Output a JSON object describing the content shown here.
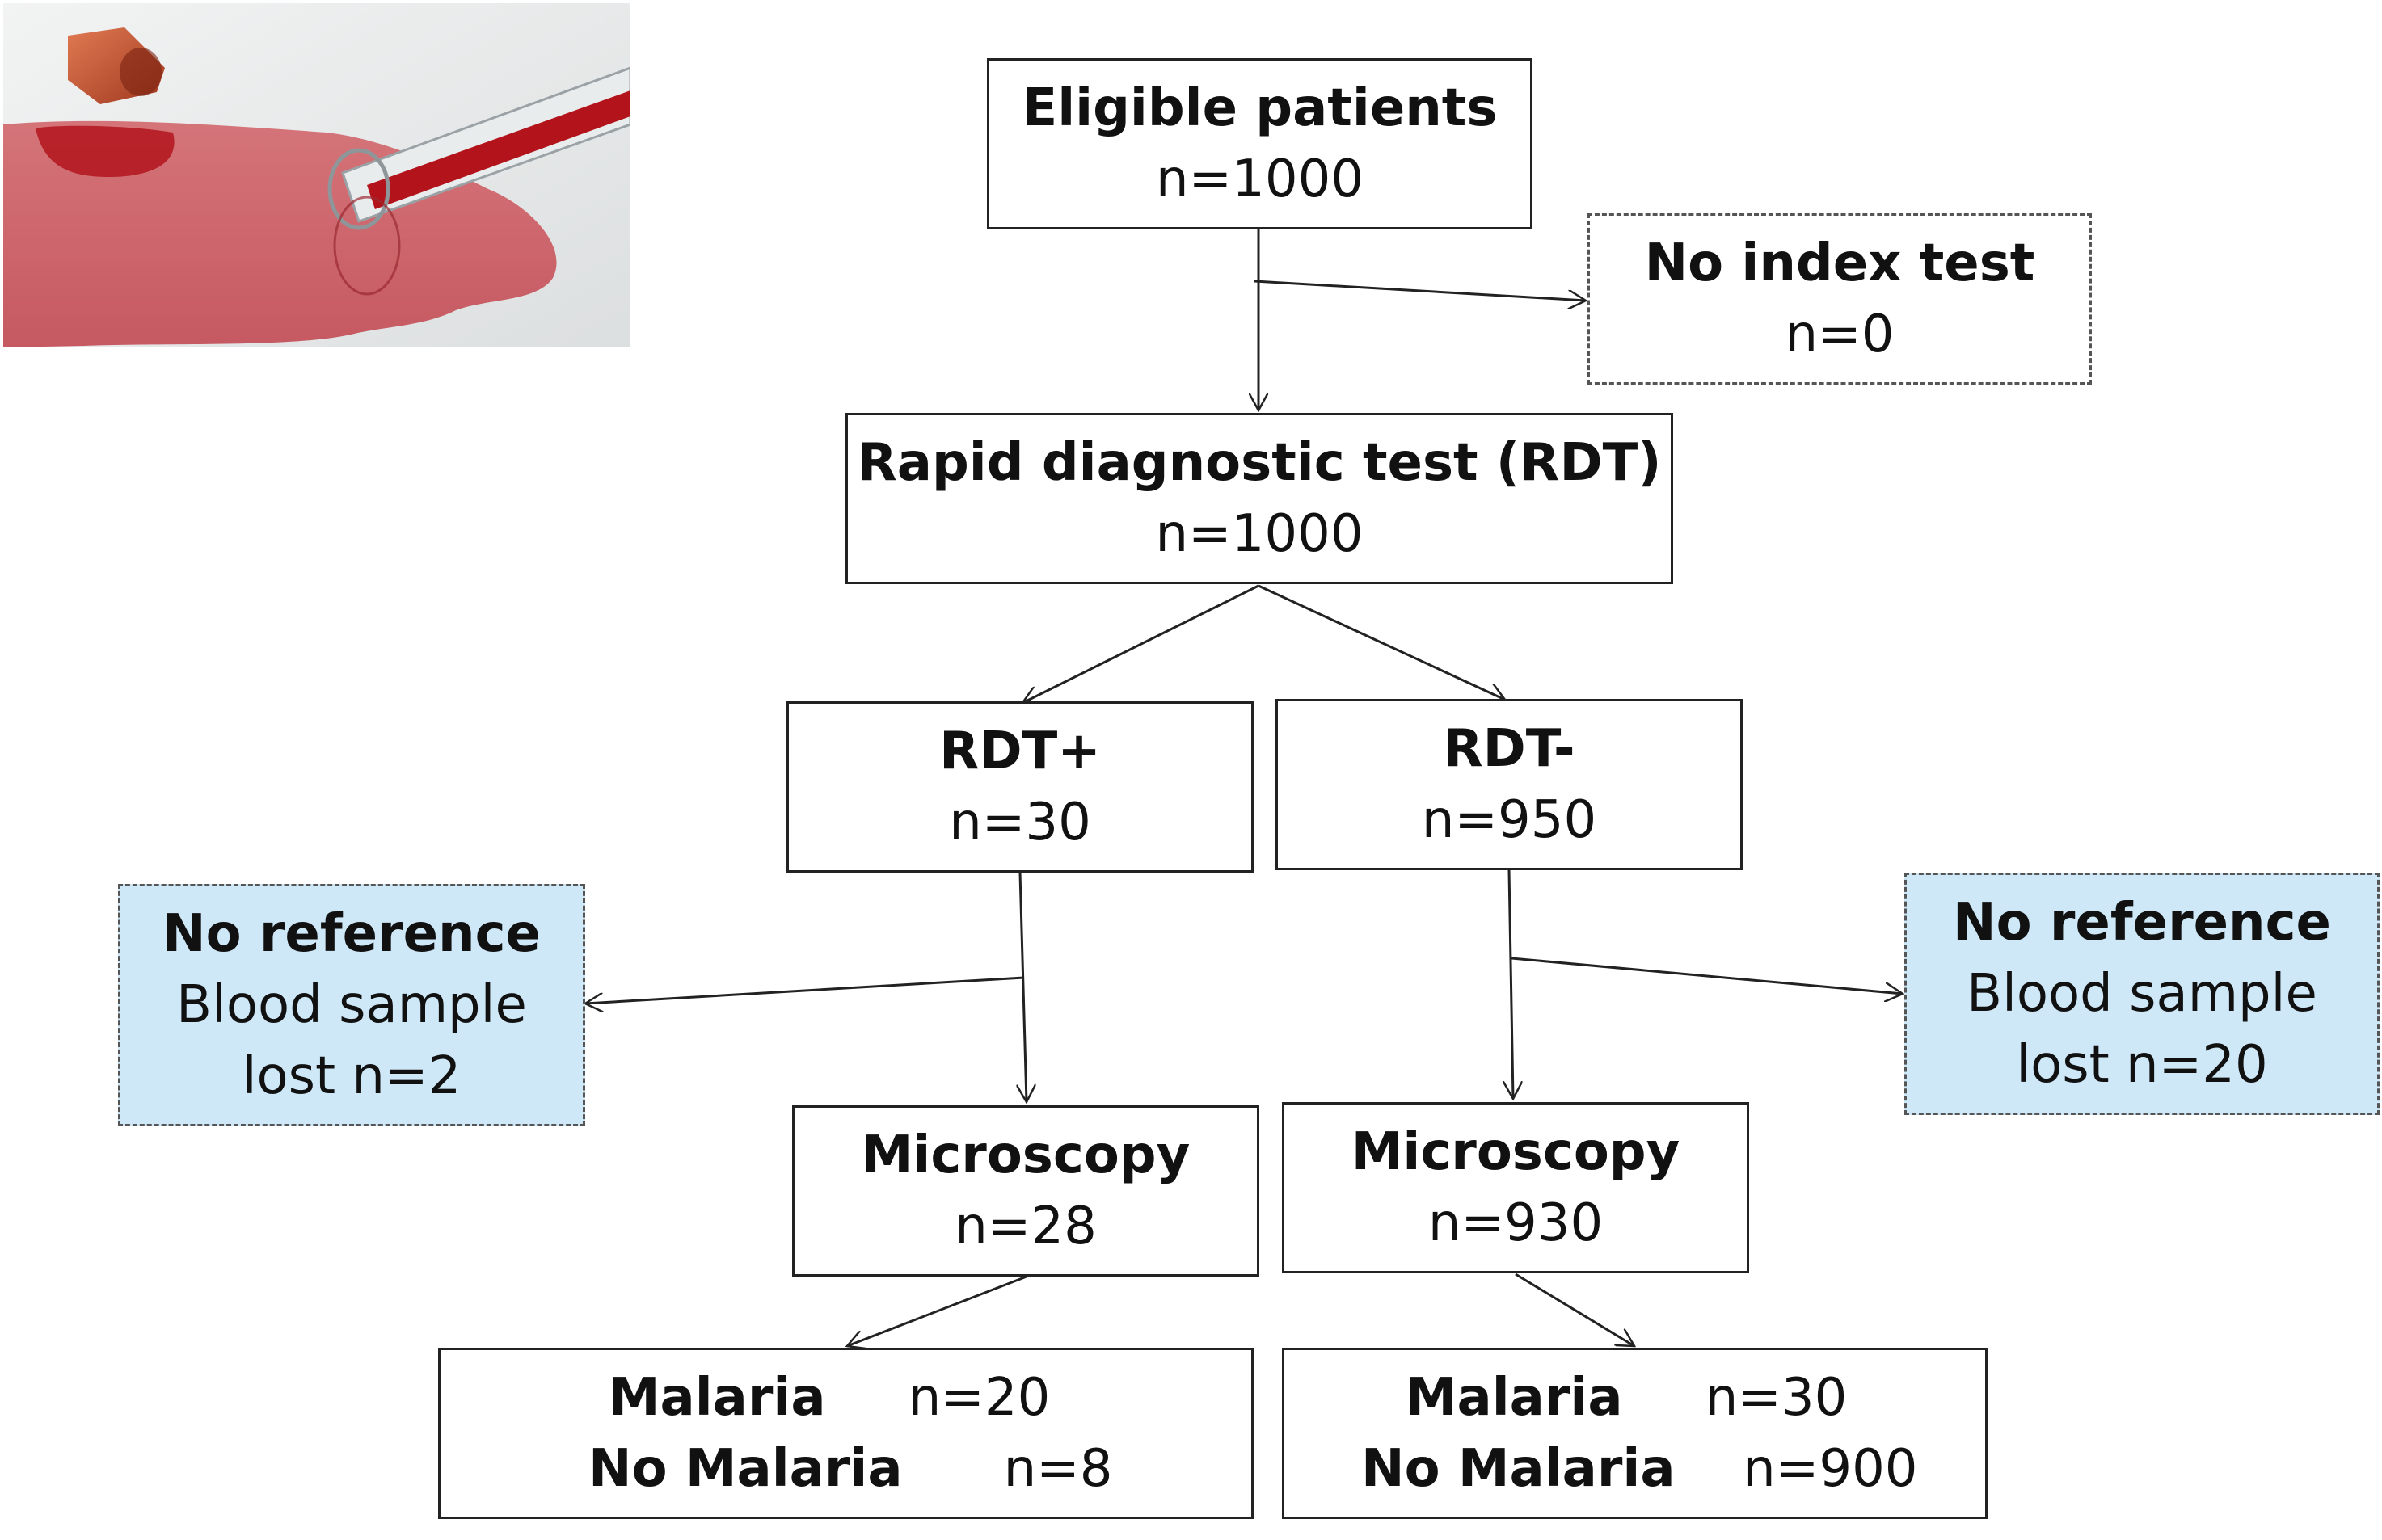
{
  "nodes": {
    "eligible": {
      "title": "Eligible patients",
      "count": "n=1000"
    },
    "no_index": {
      "title": "No index test",
      "count": "n=0"
    },
    "rdt": {
      "title": "Rapid diagnostic test (RDT)",
      "count": "n=1000"
    },
    "rdt_pos": {
      "title": "RDT+",
      "count": "n=30"
    },
    "rdt_neg": {
      "title": "RDT-",
      "count": "n=950"
    },
    "noref_left": {
      "title": "No reference",
      "line2": "Blood sample",
      "line3": "lost n=2"
    },
    "noref_right": {
      "title": "No reference",
      "line2": "Blood sample",
      "line3": "lost n=20"
    },
    "micro_left": {
      "title": "Microscopy",
      "count": "n=28"
    },
    "micro_right": {
      "title": "Microscopy",
      "count": "n=930"
    },
    "result_left": {
      "malaria_label": "Malaria",
      "malaria_count": "n=20",
      "no_malaria_label": "No Malaria",
      "no_malaria_count": "n=8"
    },
    "result_right": {
      "malaria_label": "Malaria",
      "malaria_count": "n=30",
      "no_malaria_label": "No Malaria",
      "no_malaria_count": "n=900"
    }
  },
  "colors": {
    "blue_fill": "#cfe8f8",
    "blood_red": "#b3141c",
    "pool_red": "#d8868a"
  },
  "illustration": "blood-test-tube-spill"
}
